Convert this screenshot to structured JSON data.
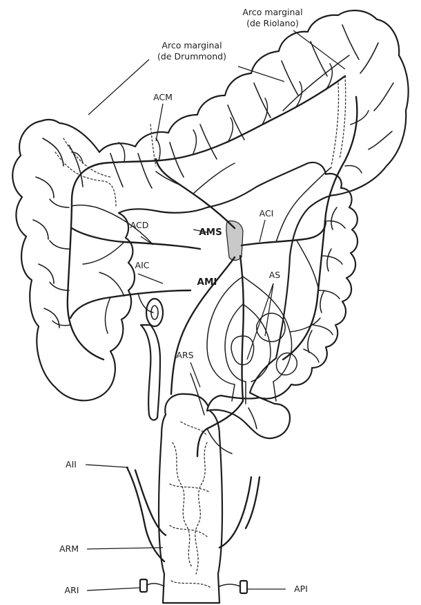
{
  "figure": {
    "labels": {
      "riolano_line1": "Arco marginal",
      "riolano_line2": "(de Riolano)",
      "drummond_line1": "Arco marginal",
      "drummond_line2": "(de Drummond)",
      "acm": "ACM",
      "acd": "ACD",
      "aic": "AIC",
      "aci": "ACI",
      "ams": "AMS",
      "ami": "AMI",
      "as": "AS",
      "ars": "ARS",
      "aii": "AII",
      "arm": "ARM",
      "ari": "ARI",
      "api": "API"
    }
  }
}
